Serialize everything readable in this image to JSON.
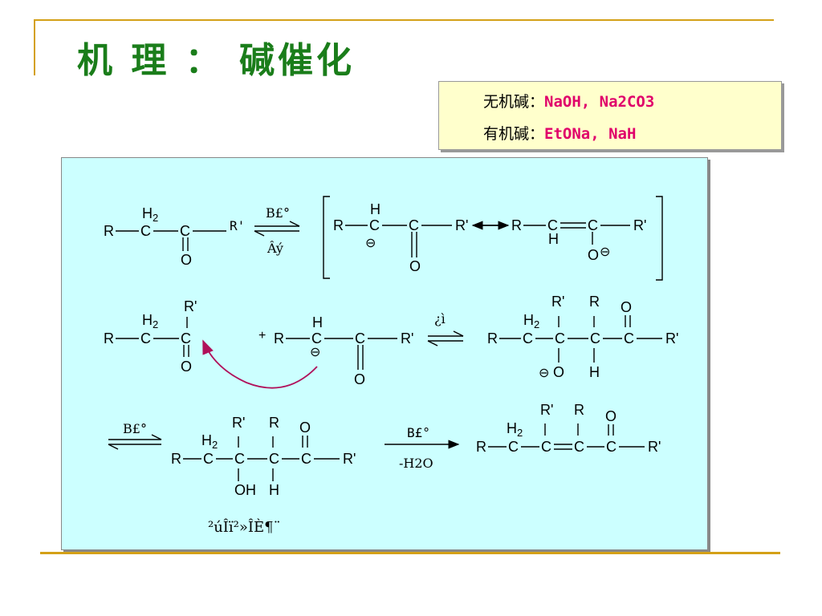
{
  "slide": {
    "title": "机 理 ： 碱催化"
  },
  "bases": {
    "inorganic_label": "无机碱：",
    "inorganic_value": "NaOH, Na2CO3",
    "organic_label": "有机碱：",
    "organic_value": "EtONa, NaH"
  },
  "scheme": {
    "reagent_base": "B£°",
    "reagent_slow": "Âý",
    "reagent_fast": "¿ì",
    "reagent_base_step3": "B£°",
    "reagent_base_step4": "B£°",
    "water_loss": "-H2O",
    "garbled_note": "²úÎï²»ÎÈ¶¨"
  },
  "colors": {
    "title": "#1a7d1a",
    "accent": "#e0006a",
    "panel": "#ccffff",
    "rule": "#d4a017",
    "arrow": "#b0105a"
  }
}
